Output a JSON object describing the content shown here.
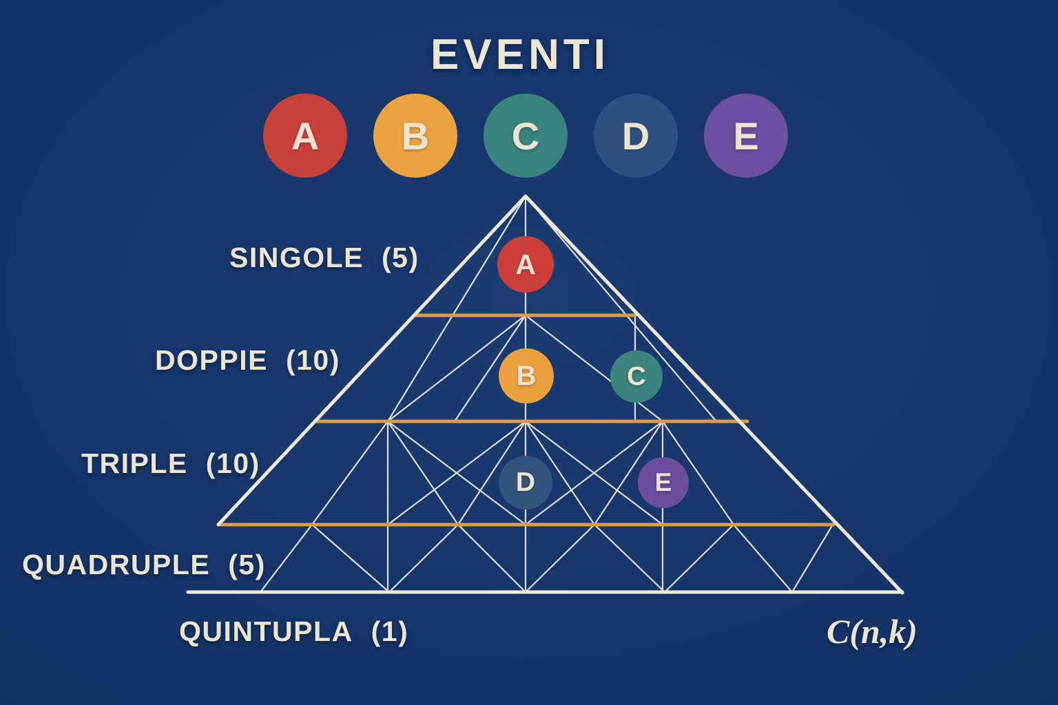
{
  "title": "EVENTI",
  "events": [
    {
      "letter": "A",
      "color": "#c8403a"
    },
    {
      "letter": "B",
      "color": "#eba23e"
    },
    {
      "letter": "C",
      "color": "#3a837e"
    },
    {
      "letter": "D",
      "color": "#2e5081"
    },
    {
      "letter": "E",
      "color": "#6b4fa0"
    }
  ],
  "triangle_nodes": [
    {
      "letter": "A",
      "color": "#cb3f38"
    },
    {
      "letter": "B",
      "color": "#ec9f3d"
    },
    {
      "letter": "C",
      "color": "#3d837e"
    },
    {
      "letter": "D",
      "color": "#33547f"
    },
    {
      "letter": "E",
      "color": "#6a4d9c"
    }
  ],
  "rows": [
    {
      "label": "SINGOLE",
      "count": "(5)"
    },
    {
      "label": "DOPPIE",
      "count": "(10)"
    },
    {
      "label": "TRIPLE",
      "count": "(10)"
    },
    {
      "label": "QUADRUPLE",
      "count": "(5)"
    },
    {
      "label": "QUINTUPLA",
      "count": "(1)"
    }
  ],
  "formula": "C(n,k)",
  "colors": {
    "background": "#16356a",
    "accent_line": "#dd9a49",
    "main_line": "#f0e9d8",
    "text": "#ece5d2"
  }
}
